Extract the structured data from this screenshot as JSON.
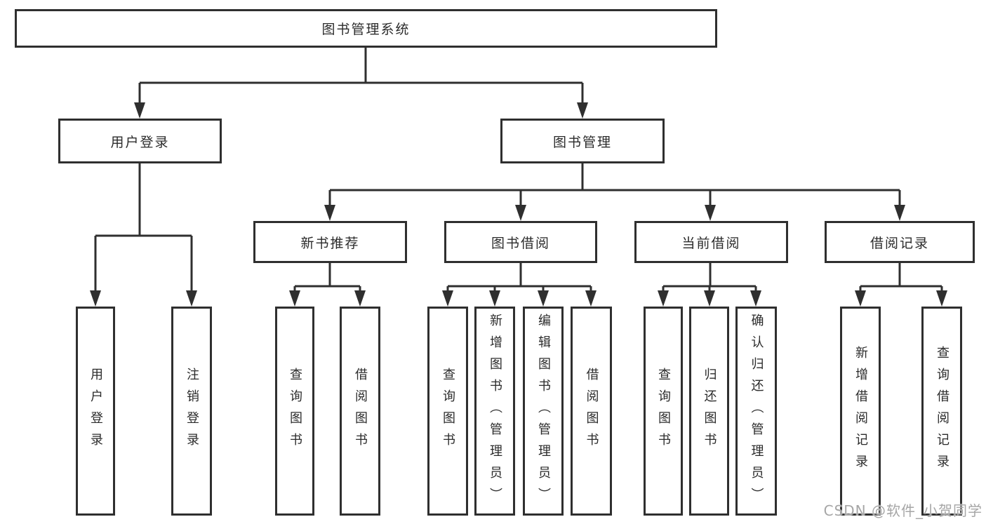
{
  "tree": {
    "label": "图书管理系统",
    "children": [
      {
        "label": "用户登录",
        "children": [
          {
            "label": "用户登录"
          },
          {
            "label": "注销登录"
          }
        ]
      },
      {
        "label": "图书管理",
        "children": [
          {
            "label": "新书推荐",
            "children": [
              {
                "label": "查询图书"
              },
              {
                "label": "借阅图书"
              }
            ]
          },
          {
            "label": "图书借阅",
            "children": [
              {
                "label": "查询图书"
              },
              {
                "label": "新增图书（管理员）"
              },
              {
                "label": "编辑图书（管理员）"
              },
              {
                "label": "借阅图书"
              }
            ]
          },
          {
            "label": "当前借阅",
            "children": [
              {
                "label": "查询图书"
              },
              {
                "label": "归还图书"
              },
              {
                "label": "确认归还（管理员）"
              }
            ]
          },
          {
            "label": "借阅记录",
            "children": [
              {
                "label": "新增借阅记录"
              },
              {
                "label": "查询借阅记录"
              }
            ]
          }
        ]
      }
    ]
  },
  "colors": {
    "line": "#2f2f2f",
    "border": "#2f2f2f",
    "text": "#2b2b2b",
    "watermark": "#a6a6a6",
    "background": "#ffffff"
  },
  "watermark": {
    "text": "CSDN @软件_小贺同学"
  }
}
